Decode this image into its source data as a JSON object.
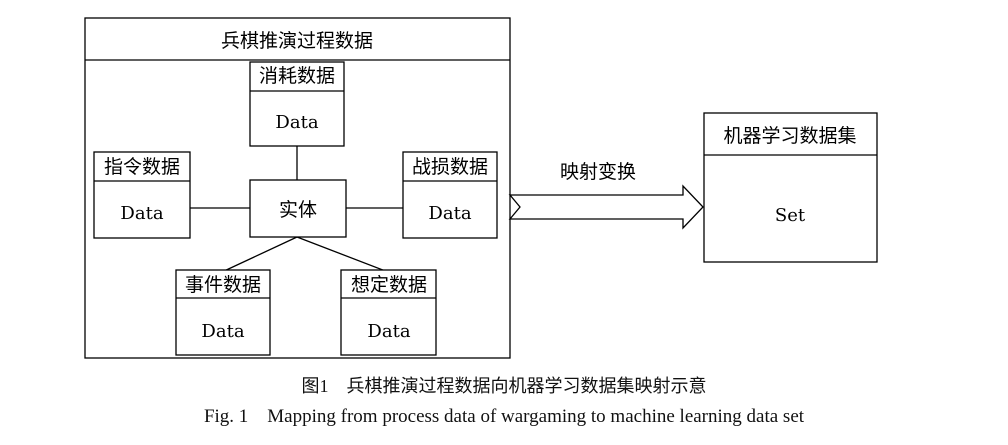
{
  "diagram": {
    "outer_title": "兵棋推演过程数据",
    "center_entity": "实体",
    "boxes": {
      "consumption": {
        "title": "消耗数据",
        "body": "Data"
      },
      "command": {
        "title": "指令数据",
        "body": "Data"
      },
      "damage": {
        "title": "战损数据",
        "body": "Data"
      },
      "event": {
        "title": "事件数据",
        "body": "Data"
      },
      "scenario": {
        "title": "想定数据",
        "body": "Data"
      }
    },
    "arrow_label": "映射变换",
    "target": {
      "title": "机器学习数据集",
      "body": "Set"
    }
  },
  "caption": {
    "zh": "图1　兵棋推演过程数据向机器学习数据集映射示意",
    "en": "Fig. 1　Mapping from process data of wargaming to machine learning data set"
  }
}
